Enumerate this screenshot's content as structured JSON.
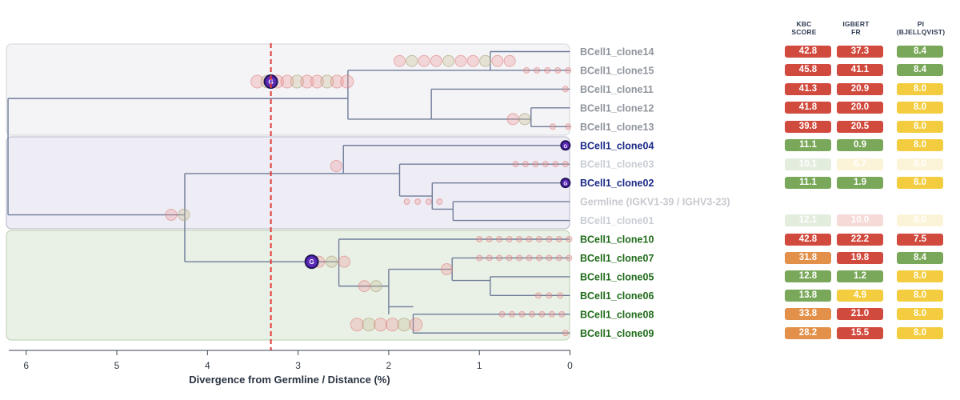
{
  "axis": {
    "label": "Divergence from Germline / Distance (%)",
    "ticks": [
      "6",
      "5",
      "4",
      "3",
      "2",
      "1",
      "0"
    ]
  },
  "columns": [
    {
      "line1": "KBC",
      "line2": "SCORE"
    },
    {
      "line1": "IGBERT",
      "line2": "FR"
    },
    {
      "line1": "PI",
      "line2": "(BJELLQVIST)"
    }
  ],
  "colors": {
    "green": "#7aa85a",
    "red": "#d14a3e",
    "orange": "#e2904a",
    "yellow": "#f3cd3f",
    "gray_group": "#8f949c",
    "blue_group": "#1b2a86",
    "green_group": "#1f6b1a",
    "germline": "#c7c9cf",
    "faded": "#c9cdd4",
    "cutoff_line": "#e53935"
  },
  "rows": [
    {
      "label": "BCell1_clone14",
      "group": "gray",
      "faded": false,
      "cells": [
        {
          "value": "42.8",
          "color": "red"
        },
        {
          "value": "37.3",
          "color": "red"
        },
        {
          "value": "8.4",
          "color": "green"
        }
      ]
    },
    {
      "label": "BCell1_clone15",
      "group": "gray",
      "faded": false,
      "cells": [
        {
          "value": "45.8",
          "color": "red"
        },
        {
          "value": "41.1",
          "color": "red"
        },
        {
          "value": "8.4",
          "color": "green"
        }
      ]
    },
    {
      "label": "BCell1_clone11",
      "group": "gray",
      "faded": false,
      "cells": [
        {
          "value": "41.3",
          "color": "red"
        },
        {
          "value": "20.9",
          "color": "red"
        },
        {
          "value": "8.0",
          "color": "yellow"
        }
      ]
    },
    {
      "label": "BCell1_clone12",
      "group": "gray",
      "faded": false,
      "cells": [
        {
          "value": "41.8",
          "color": "red"
        },
        {
          "value": "20.0",
          "color": "red"
        },
        {
          "value": "8.0",
          "color": "yellow"
        }
      ]
    },
    {
      "label": "BCell1_clone13",
      "group": "gray",
      "faded": false,
      "cells": [
        {
          "value": "39.8",
          "color": "red"
        },
        {
          "value": "20.5",
          "color": "red"
        },
        {
          "value": "8.0",
          "color": "yellow"
        }
      ]
    },
    {
      "label": "BCell1_clone04",
      "group": "blue",
      "faded": false,
      "cells": [
        {
          "value": "11.1",
          "color": "green"
        },
        {
          "value": "0.9",
          "color": "green"
        },
        {
          "value": "8.0",
          "color": "yellow"
        }
      ]
    },
    {
      "label": "BCell1_clone03",
      "group": "blue",
      "faded": true,
      "cells": [
        {
          "value": "10.1",
          "color": "green"
        },
        {
          "value": "6.7",
          "color": "yellow"
        },
        {
          "value": "8.0",
          "color": "yellow"
        }
      ]
    },
    {
      "label": "BCell1_clone02",
      "group": "blue",
      "faded": false,
      "cells": [
        {
          "value": "11.1",
          "color": "green"
        },
        {
          "value": "1.9",
          "color": "green"
        },
        {
          "value": "8.0",
          "color": "yellow"
        }
      ]
    },
    {
      "label": "Germline (IGKV1-39 / IGHV3-23)",
      "group": "germline",
      "faded": false,
      "cells": []
    },
    {
      "label": "BCell1_clone01",
      "group": "blue",
      "faded": true,
      "cells": [
        {
          "value": "12.1",
          "color": "green"
        },
        {
          "value": "10.0",
          "color": "red"
        },
        {
          "value": "8.0",
          "color": "yellow"
        }
      ]
    },
    {
      "label": "BCell1_clone10",
      "group": "green",
      "faded": false,
      "cells": [
        {
          "value": "42.8",
          "color": "red"
        },
        {
          "value": "22.2",
          "color": "red"
        },
        {
          "value": "7.5",
          "color": "red"
        }
      ]
    },
    {
      "label": "BCell1_clone07",
      "group": "green",
      "faded": false,
      "cells": [
        {
          "value": "31.8",
          "color": "orange"
        },
        {
          "value": "19.8",
          "color": "red"
        },
        {
          "value": "8.4",
          "color": "green"
        }
      ]
    },
    {
      "label": "BCell1_clone05",
      "group": "green",
      "faded": false,
      "cells": [
        {
          "value": "12.8",
          "color": "green"
        },
        {
          "value": "1.2",
          "color": "green"
        },
        {
          "value": "8.0",
          "color": "yellow"
        }
      ]
    },
    {
      "label": "BCell1_clone06",
      "group": "green",
      "faded": false,
      "cells": [
        {
          "value": "13.8",
          "color": "green"
        },
        {
          "value": "4.9",
          "color": "yellow"
        },
        {
          "value": "8.0",
          "color": "yellow"
        }
      ]
    },
    {
      "label": "BCell1_clone08",
      "group": "green",
      "faded": false,
      "cells": [
        {
          "value": "33.8",
          "color": "orange"
        },
        {
          "value": "21.0",
          "color": "red"
        },
        {
          "value": "8.0",
          "color": "yellow"
        }
      ]
    },
    {
      "label": "BCell1_clone09",
      "group": "green",
      "faded": false,
      "cells": [
        {
          "value": "28.2",
          "color": "orange"
        },
        {
          "value": "15.5",
          "color": "red"
        },
        {
          "value": "8.0",
          "color": "yellow"
        }
      ]
    }
  ],
  "germline_markers": {
    "symbol": "G"
  },
  "cutoff_distance": 3.3,
  "tree_edges": [
    {
      "type": "h",
      "x1": 6.2,
      "x2": 3.3,
      "y": 2.5
    },
    {
      "type": "h",
      "x1": 3.3,
      "x2": 2.45,
      "y": 2.5
    },
    {
      "type": "v",
      "x": 6.2,
      "y1": 2.5,
      "y2": 8.7
    },
    {
      "type": "h",
      "x1": 6.2,
      "x2": 4.25,
      "y": 8.7
    },
    {
      "type": "v",
      "x": 4.25,
      "y1": 6.5,
      "y2": 11.2
    },
    {
      "type": "h",
      "x1": 4.25,
      "x2": 2.5,
      "y": 6.5
    },
    {
      "type": "h",
      "x1": 4.25,
      "x2": 2.85,
      "y": 11.2
    },
    {
      "type": "v",
      "x": 2.45,
      "y1": 1.0,
      "y2": 3.6
    },
    {
      "type": "h",
      "x1": 2.45,
      "x2": 0.88,
      "y": 1.0
    },
    {
      "type": "v",
      "x": 0.88,
      "y1": 0.0,
      "y2": 1.0
    },
    {
      "type": "h",
      "x1": 0.88,
      "x2": 0.0,
      "y": 0.0
    },
    {
      "type": "h",
      "x1": 0.88,
      "x2": 0.0,
      "y": 1.0
    },
    {
      "type": "h",
      "x1": 2.45,
      "x2": 1.53,
      "y": 3.6
    },
    {
      "type": "v",
      "x": 1.53,
      "y1": 2.0,
      "y2": 3.6
    },
    {
      "type": "h",
      "x1": 1.53,
      "x2": 0.0,
      "y": 2.0
    },
    {
      "type": "h",
      "x1": 1.53,
      "x2": 0.43,
      "y": 3.6
    },
    {
      "type": "v",
      "x": 0.43,
      "y1": 3.0,
      "y2": 4.0
    },
    {
      "type": "h",
      "x1": 0.43,
      "x2": 0.0,
      "y": 3.0
    },
    {
      "type": "h",
      "x1": 0.43,
      "x2": 0.0,
      "y": 4.0
    },
    {
      "type": "v",
      "x": 2.5,
      "y1": 5.0,
      "y2": 6.5
    },
    {
      "type": "h",
      "x1": 2.5,
      "x2": 0.0,
      "y": 5.0
    },
    {
      "type": "h",
      "x1": 2.5,
      "x2": 1.88,
      "y": 6.5
    },
    {
      "type": "v",
      "x": 1.88,
      "y1": 6.0,
      "y2": 7.7
    },
    {
      "type": "h",
      "x1": 1.88,
      "x2": 0.0,
      "y": 6.0
    },
    {
      "type": "h",
      "x1": 1.88,
      "x2": 1.52,
      "y": 7.7
    },
    {
      "type": "v",
      "x": 1.52,
      "y1": 7.0,
      "y2": 8.4
    },
    {
      "type": "h",
      "x1": 1.52,
      "x2": 0.0,
      "y": 7.0
    },
    {
      "type": "h",
      "x1": 1.52,
      "x2": 1.29,
      "y": 8.4
    },
    {
      "type": "v",
      "x": 1.29,
      "y1": 8.0,
      "y2": 9.0
    },
    {
      "type": "h",
      "x1": 1.29,
      "x2": 0.0,
      "y": 8.0
    },
    {
      "type": "h",
      "x1": 1.29,
      "x2": 0.0,
      "y": 9.0
    },
    {
      "type": "h",
      "x1": 2.85,
      "x2": 2.55,
      "y": 11.2
    },
    {
      "type": "v",
      "x": 2.55,
      "y1": 10.0,
      "y2": 12.5
    },
    {
      "type": "h",
      "x1": 2.55,
      "x2": 0.0,
      "y": 10.0
    },
    {
      "type": "h",
      "x1": 2.55,
      "x2": 2.0,
      "y": 12.5
    },
    {
      "type": "v",
      "x": 2.0,
      "y1": 11.6,
      "y2": 13.6
    },
    {
      "type": "h",
      "x1": 2.0,
      "x2": 1.3,
      "y": 11.6
    },
    {
      "type": "v",
      "x": 1.3,
      "y1": 11.0,
      "y2": 12.2
    },
    {
      "type": "h",
      "x1": 1.3,
      "x2": 0.0,
      "y": 11.0
    },
    {
      "type": "h",
      "x1": 1.3,
      "x2": 0.88,
      "y": 12.2
    },
    {
      "type": "v",
      "x": 0.88,
      "y1": 12.0,
      "y2": 13.0
    },
    {
      "type": "h",
      "x1": 0.88,
      "x2": 0.0,
      "y": 12.0
    },
    {
      "type": "h",
      "x1": 0.88,
      "x2": 0.0,
      "y": 13.0
    },
    {
      "type": "h",
      "x1": 2.0,
      "x2": 1.73,
      "y": 13.6
    },
    {
      "type": "v",
      "x": 1.73,
      "y1": 14.0,
      "y2": 15.0
    },
    {
      "type": "h",
      "x1": 1.73,
      "x2": 0.0,
      "y": 14.0
    },
    {
      "type": "h",
      "x1": 1.73,
      "x2": 0.0,
      "y": 15.0
    },
    {
      "type": "v",
      "x": 2.0,
      "y1": 13.6,
      "y2": 14.0
    }
  ]
}
